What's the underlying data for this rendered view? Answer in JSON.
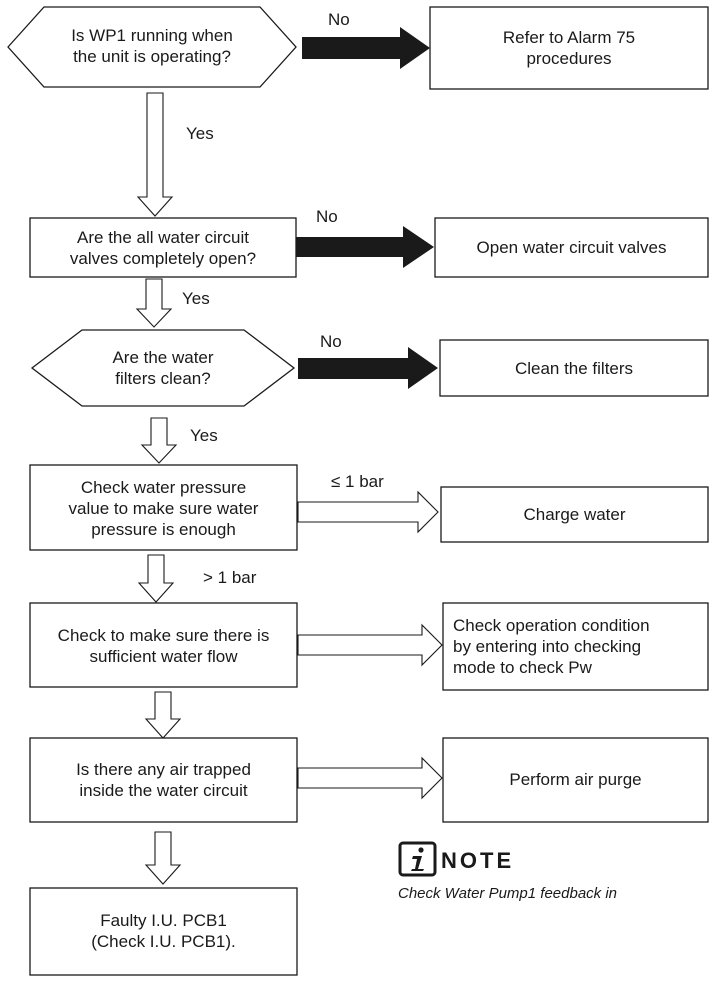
{
  "flowchart": {
    "decision_1": "Is WP1 running when\nthe unit is operating?",
    "decision_1_no": "No",
    "action_1": "Refer to Alarm 75\nprocedures",
    "decision_1_yes": "Yes",
    "decision_2": "Are the all water circuit\nvalves completely open?",
    "decision_2_no": "No",
    "action_2": "Open water circuit valves",
    "decision_2_yes": "Yes",
    "decision_3": "Are the water\nfilters clean?",
    "decision_3_no": "No",
    "action_3": "Clean the filters",
    "decision_3_yes": "Yes",
    "step_4": "Check water pressure\nvalue to make sure water\npressure is enough",
    "step_4_low": "≤ 1 bar",
    "action_4": "Charge water",
    "step_4_high": "> 1 bar",
    "step_5": "Check to make sure there is\nsufficient water flow",
    "action_5": "Check operation condition\nby entering into checking\nmode to check Pw",
    "step_6": "Is there any air trapped\ninside the water circuit",
    "action_6": "Perform air purge",
    "final": "Faulty I.U. PCB1\n(Check I.U. PCB1)."
  },
  "note": {
    "icon": "info-icon",
    "title": "NOTE",
    "text": "Check Water Pump1 feedback in"
  }
}
